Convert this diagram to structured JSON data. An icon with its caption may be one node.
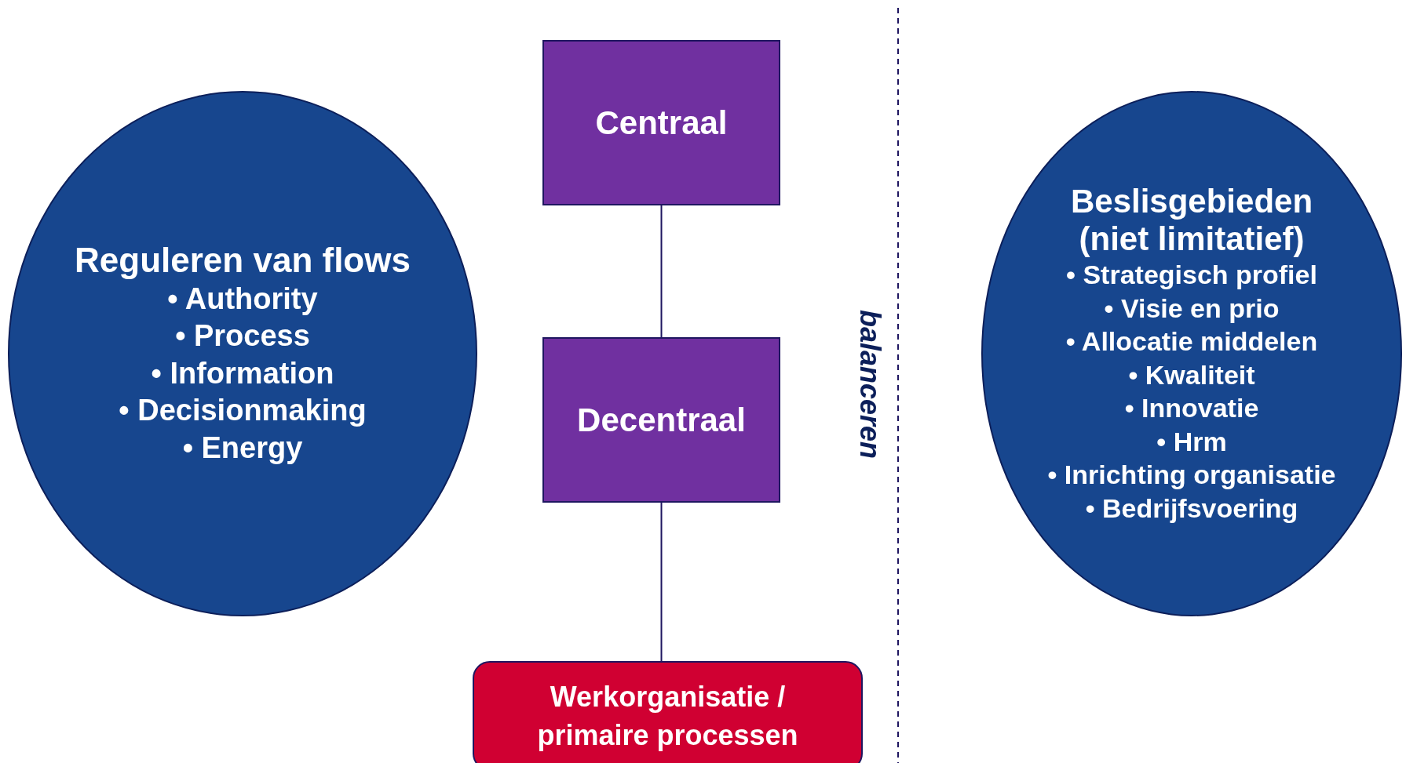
{
  "diagram": {
    "nodes": [
      {
        "text": [
          "Reguleren van flows",
          "• Authority",
          "• Process",
          "• Information",
          "• Decisionmaking",
          "• Energy"
        ]
      },
      {
        "text": [
          "Centraal"
        ]
      },
      {
        "text": [
          "Decentraal"
        ]
      },
      {
        "text": [
          "Beslisgebieden (niet limitatief)",
          "• Strategisch profiel",
          "• Visie en prio",
          "• Allocatie middelen",
          "• Kwaliteit",
          "• Innovatie",
          "• Hrm",
          "• Inrichting organisatie",
          "• Bedrijfsvoering"
        ]
      },
      {
        "text": [
          "Werkorganisatie / primaire processen"
        ]
      }
    ],
    "edges": [
      {
        "from": 1,
        "to": 2,
        "arrow": "none"
      },
      {
        "from": 2,
        "to": 4,
        "arrow": "none"
      }
    ],
    "labels": [
      "balanceren"
    ]
  }
}
